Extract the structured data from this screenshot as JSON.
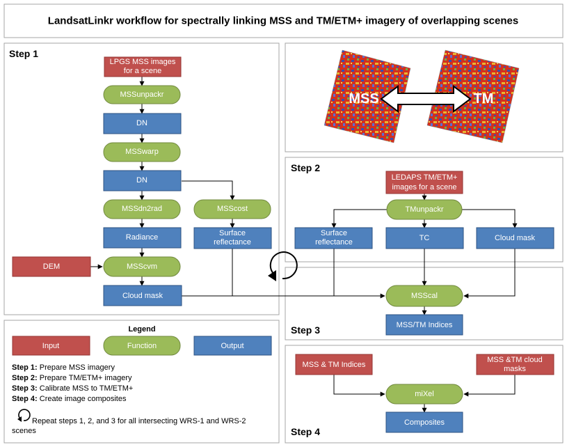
{
  "title": "LandsatLinkr workflow for spectrally linking MSS and TM/ETM+ imagery of overlapping scenes",
  "step1": {
    "heading": "Step 1",
    "lpgs_line1": "LPGS MSS images",
    "lpgs_line2": "for a scene",
    "mssunpackr": "MSSunpackr",
    "dn1": "DN",
    "msswarp": "MSSwarp",
    "dn2": "DN",
    "mssdn2rad": "MSSdn2rad",
    "msscost": "MSScost",
    "radiance": "Radiance",
    "surf_line1": "Surface",
    "surf_line2": "reflectance",
    "dem": "DEM",
    "msscvm": "MSScvm",
    "cloudmask": "Cloud mask"
  },
  "image_panel": {
    "mss_label": "MSS",
    "tm_label": "TM"
  },
  "step2": {
    "heading": "Step 2",
    "ledaps_line1": "LEDAPS TM/ETM+",
    "ledaps_line2": "images for a scene",
    "tmunpackr": "TMunpackr",
    "surf_line1": "Surface",
    "surf_line2": "reflectance",
    "tc": "TC",
    "cloudmask": "Cloud mask"
  },
  "step3": {
    "heading": "Step 3",
    "msscal": "MSScal",
    "indices": "MSS/TM Indices"
  },
  "step4": {
    "heading": "Step 4",
    "indices_in": "MSS & TM Indices",
    "cloud_line1": "MSS &TM cloud",
    "cloud_line2": "masks",
    "mixel": "miXel",
    "composites": "Composites"
  },
  "legend": {
    "heading": "Legend",
    "input": "Input",
    "function": "Function",
    "output": "Output",
    "steps": [
      {
        "label": "Step 1:",
        "text": " Prepare MSS imagery"
      },
      {
        "label": "Step 2:",
        "text": " Prepare TM/ETM+ imagery"
      },
      {
        "label": "Step 3:",
        "text": " Calibrate MSS to TM/ETM+"
      },
      {
        "label": "Step 4:",
        "text": " Create image composites"
      }
    ],
    "repeat_line1": "Repeat steps 1, 2, and 3 for all intersecting WRS-1 and WRS-2",
    "repeat_line2": "scenes"
  },
  "colors": {
    "input": "#c0504d",
    "function": "#9bbb59",
    "output": "#4f81bd"
  }
}
